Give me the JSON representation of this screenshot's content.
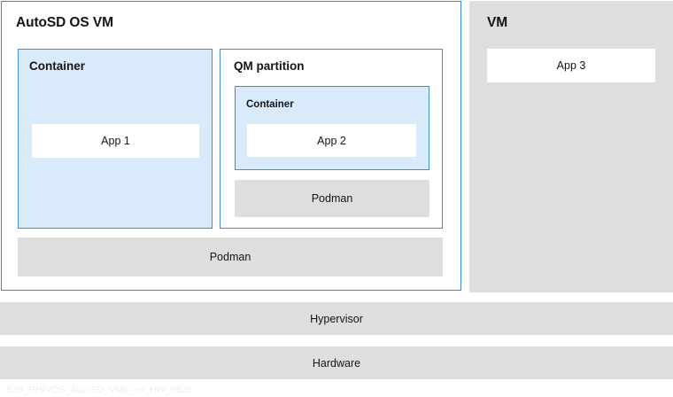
{
  "diagram": {
    "autosd_vm": {
      "title": "AutoSD OS VM",
      "container_left": {
        "title": "Container",
        "app": "App 1"
      },
      "qm_partition": {
        "title": "QM partition",
        "container": {
          "title": "Container",
          "app": "App 2"
        },
        "podman": "Podman"
      },
      "podman": "Podman"
    },
    "vm_right": {
      "title": "VM",
      "app": "App 3"
    },
    "layers": {
      "hypervisor": "Hypervisor",
      "hardware": "Hardware"
    },
    "watermark": "539_RHIVOS_AutoSD_VMs_on_HW_0525"
  },
  "colors": {
    "outer_border_blue": "#2e8ae6",
    "inner_border_blue": "#3d8fd4",
    "container_fill_blue": "#d9eafb",
    "grey_fill": "#dededd",
    "white": "#ffffff",
    "text": "#151515",
    "watermark_text": "#eeeeee"
  }
}
